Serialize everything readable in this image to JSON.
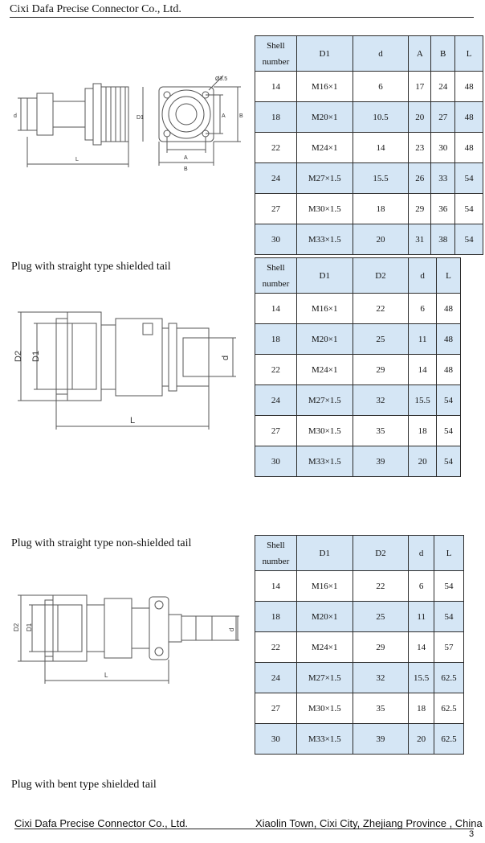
{
  "header": {
    "company": "Cixi Dafa Precise Connector Co., Ltd."
  },
  "table1": {
    "columns": [
      "Shell\nnumber",
      "D1",
      "d",
      "A",
      "B",
      "L"
    ],
    "rows": [
      [
        "14",
        "M16×1",
        "6",
        "17",
        "24",
        "48"
      ],
      [
        "18",
        "M20×1",
        "10.5",
        "20",
        "27",
        "48"
      ],
      [
        "22",
        "M24×1",
        "14",
        "23",
        "30",
        "48"
      ],
      [
        "24",
        "M27×1.5",
        "15.5",
        "26",
        "33",
        "54"
      ],
      [
        "27",
        "M30×1.5",
        "18",
        "29",
        "36",
        "54"
      ],
      [
        "30",
        "M33×1.5",
        "20",
        "31",
        "38",
        "54"
      ]
    ]
  },
  "section2": {
    "caption": "Plug with straight type shielded tail"
  },
  "table2": {
    "columns": [
      "Shell\nnumber",
      "D1",
      "D2",
      "d",
      "L"
    ],
    "rows": [
      [
        "14",
        "M16×1",
        "22",
        "6",
        "48"
      ],
      [
        "18",
        "M20×1",
        "25",
        "11",
        "48"
      ],
      [
        "22",
        "M24×1",
        "29",
        "14",
        "48"
      ],
      [
        "24",
        "M27×1.5",
        "32",
        "15.5",
        "54"
      ],
      [
        "27",
        "M30×1.5",
        "35",
        "18",
        "54"
      ],
      [
        "30",
        "M33×1.5",
        "39",
        "20",
        "54"
      ]
    ]
  },
  "section3": {
    "caption": "Plug with straight type non-shielded tail"
  },
  "table3": {
    "columns": [
      "Shell\nnumber",
      "D1",
      "D2",
      "d",
      "L"
    ],
    "rows": [
      [
        "14",
        "M16×1",
        "22",
        "6",
        "54"
      ],
      [
        "18",
        "M20×1",
        "25",
        "11",
        "54"
      ],
      [
        "22",
        "M24×1",
        "29",
        "14",
        "57"
      ],
      [
        "24",
        "M27×1.5",
        "32",
        "15.5",
        "62.5"
      ],
      [
        "27",
        "M30×1.5",
        "35",
        "18",
        "62.5"
      ],
      [
        "30",
        "M33×1.5",
        "39",
        "20",
        "62.5"
      ]
    ]
  },
  "section4": {
    "caption": "Plug with bent type shielded tail"
  },
  "drawing_labels": {
    "d": "d",
    "D1": "D1",
    "D2": "D2",
    "L": "L",
    "A": "A",
    "B": "B",
    "hole": "Ø3.5"
  },
  "footer": {
    "company": "Cixi Dafa Precise Connector Co., Ltd.",
    "address": "Xiaolin Town, Cixi City, Zhejiang Province , China",
    "page": "3"
  },
  "colors": {
    "highlight_row": "#d5e6f5",
    "line": "#2c2c2c"
  }
}
